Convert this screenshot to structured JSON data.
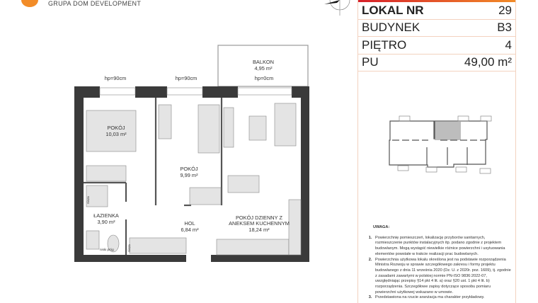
{
  "header": {
    "brand": "GRUPA DOM DEVELOPMENT"
  },
  "info": {
    "rows": [
      {
        "label": "LOKAL NR",
        "value": "29"
      },
      {
        "label": "BUDYNEK",
        "value": "B3"
      },
      {
        "label": "PIĘTRO",
        "value": "4"
      },
      {
        "label": "PU",
        "value": "49,00 m²"
      }
    ],
    "accent": "#f28c28",
    "highlight": "#bdbdbd"
  },
  "plan": {
    "windows": [
      "hp=90cm",
      "hp=90cm",
      "hp=0cm"
    ],
    "rooms": [
      {
        "name": "BALKON",
        "area": "4,95 m²"
      },
      {
        "name": "POKÓJ",
        "area": "10,03 m²"
      },
      {
        "name": "POKÓJ",
        "area": "9,99 m²"
      },
      {
        "name": "ŁAZIENKA",
        "area": "3,90 m²"
      },
      {
        "name": "HOL",
        "area": "6,84 m²"
      },
      {
        "name": "POKÓJ DZIENNY Z",
        "name2": "ANEKSEM KUCHENNYM",
        "area": "18,24 m²"
      }
    ],
    "small": {
      "nisza": "nisza",
      "niski_prog": "niski próg",
      "nisza2": "nisza"
    }
  },
  "notes": {
    "title": "UWAGA:",
    "items": [
      "Powierzchnię pomieszczeń, lokalizację przyborów sanitarnych, rozmieszczenie punktów instalacyjnych itp. podano zgodnie z projektem budowlanym. Mogą wystąpić niewielkie różnice powierzchni i usytuowania elementów powstałe w trakcie realizacji prac budowlanych.",
      "Powierzchnia użytkowa lokalu określona jest na podstawie rozporządzenia Ministra Rozwoju w sprawie szczegółowego zakresu i formy projektu budowlanego z dnia 11 września 2020 (Dz. U. z 2020r. poz. 1609), tj. zgodnie z zasadami zawartymi w polskiej normie PN-ISO 9836:2022-07, uwzględniając przepisy §14 pkt 4 lit. a) oraz §20 ust. 1 pkt 4 lit. b) rozporządzenia. Szczegółowe zapisy dotyczące sposobu pomiaru powierzchni użytkowej wskazano w umowie.",
      "Przedstawiona na rzucie aranżacja ma charakter przykładowy."
    ]
  }
}
